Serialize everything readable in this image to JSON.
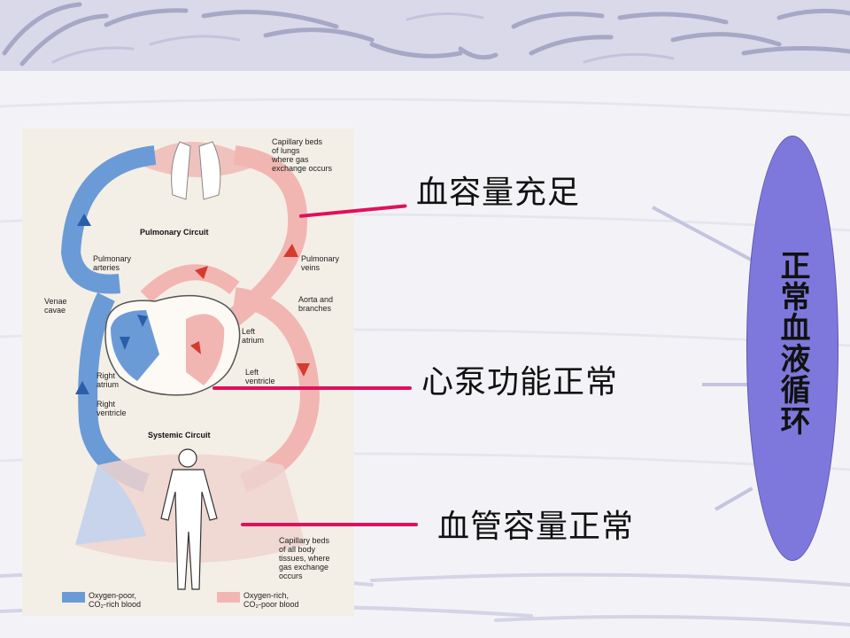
{
  "labels": {
    "blood_volume": "血容量充足",
    "heart_pump": "心泵功能正常",
    "vessel_volume": "血管容量正常"
  },
  "title": "正常血液循环",
  "diagram": {
    "capillary_lungs": [
      "Capillary beds",
      "of lungs",
      "where gas",
      "exchange occurs"
    ],
    "pulmonary_circuit": "Pulmonary Circuit",
    "pulmonary_arteries": [
      "Pulmonary",
      "arteries"
    ],
    "pulmonary_veins": [
      "Pulmonary",
      "veins"
    ],
    "venae_cavae": [
      "Venae",
      "cavae"
    ],
    "aorta": [
      "Aorta and",
      "branches"
    ],
    "left_atrium": [
      "Left",
      "atrium"
    ],
    "left_ventricle": [
      "Left",
      "ventricle"
    ],
    "right_atrium": [
      "Right",
      "atrium"
    ],
    "right_ventricle": [
      "Right",
      "ventricle"
    ],
    "systemic_circuit": "Systemic Circuit",
    "capillary_body": [
      "Capillary beds",
      "of all body",
      "tissues, where",
      "gas exchange",
      "occurs"
    ],
    "legend_poor": [
      "Oxygen-poor,",
      "CO₂-rich blood"
    ],
    "legend_rich": [
      "Oxygen-rich,",
      "CO₂-poor blood"
    ]
  },
  "colors": {
    "leader": "#e0105e",
    "ellipse": "#7f78dc",
    "blue_blood": "#6b9bd6",
    "red_blood": "#f2b6b2",
    "connector": "#c4c4e0"
  }
}
